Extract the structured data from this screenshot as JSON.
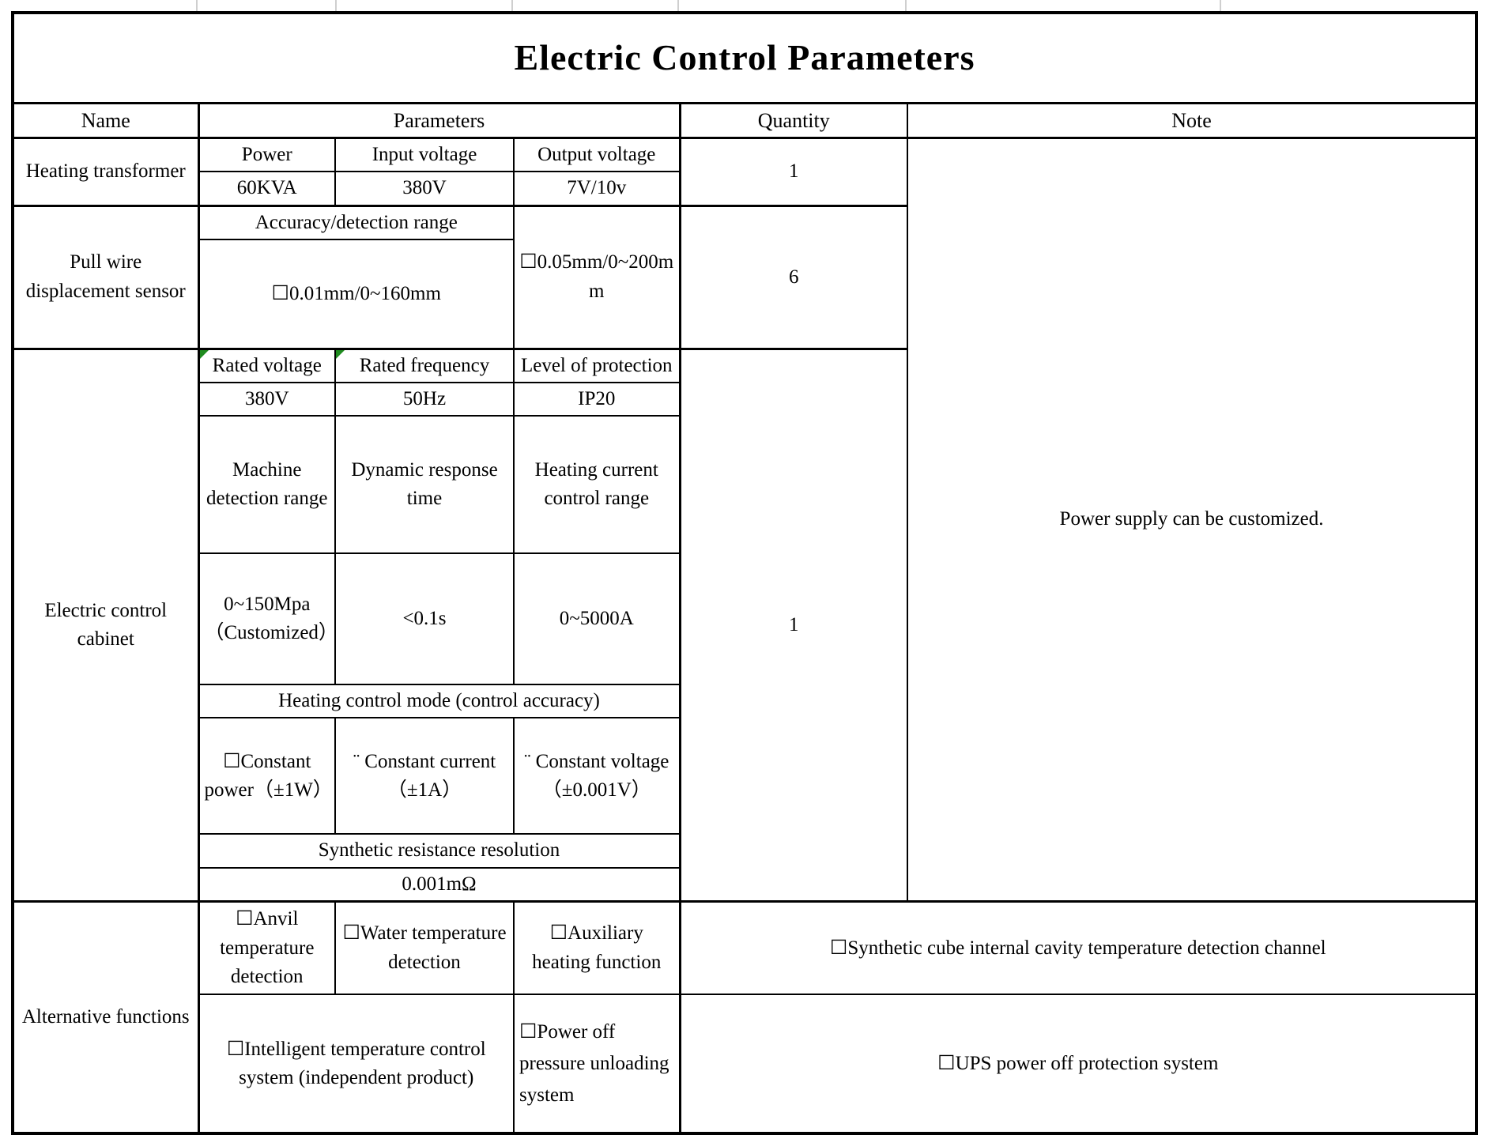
{
  "title": "Electric Control Parameters",
  "columns": {
    "name": "Name",
    "parameters": "Parameters",
    "quantity": "Quantity",
    "note": "Note"
  },
  "rows": {
    "heating_transformer": {
      "name": "Heating transformer",
      "param_labels": [
        "Power",
        "Input voltage",
        "Output voltage"
      ],
      "param_values": [
        "60KVA",
        "380V",
        "7V/10v"
      ],
      "quantity": "1"
    },
    "pull_wire_sensor": {
      "name": "Pull wire displacement sensor",
      "accuracy_header": "Accuracy/detection range",
      "option_1": "☐0.01mm/0~160mm",
      "option_2": "☐0.05mm/0~200mm",
      "quantity": "6"
    },
    "electric_control_cabinet": {
      "name": "Electric control cabinet",
      "quantity": "1",
      "rated_labels": [
        "Rated voltage",
        "Rated frequency",
        "Level of protection"
      ],
      "rated_values": [
        "380V",
        "50Hz",
        "IP20"
      ],
      "range_labels": [
        "Machine detection range",
        "Dynamic response time",
        "Heating current control range"
      ],
      "range_values": [
        "0~150Mpa（Customized）",
        "<0.1s",
        "0~5000A"
      ],
      "heating_mode_header": "Heating control mode (control accuracy)",
      "heating_modes": [
        "☐Constant power（±1W）",
        "¨ Constant current（±1A）",
        "¨ Constant voltage（±0.001V）"
      ],
      "resistance_header": "Synthetic resistance resolution",
      "resistance_value": "0.001mΩ"
    },
    "alternative_functions": {
      "name": "Alternative functions",
      "options_row1": [
        "☐Anvil temperature detection",
        "☐Water temperature detection",
        "☐Auxiliary heating function",
        "☐Synthetic cube internal cavity temperature detection channel"
      ],
      "options_row2": [
        "☐Intelligent temperature control system (independent product)",
        "☐Power off pressure unloading system",
        "☐UPS power off protection system"
      ]
    }
  },
  "note_text": "Power supply can be customized.",
  "colors": {
    "grid_black": "#000000",
    "error_marker_green": "#1f8b1f",
    "faint_gridline_gray": "#cfcfcf"
  }
}
